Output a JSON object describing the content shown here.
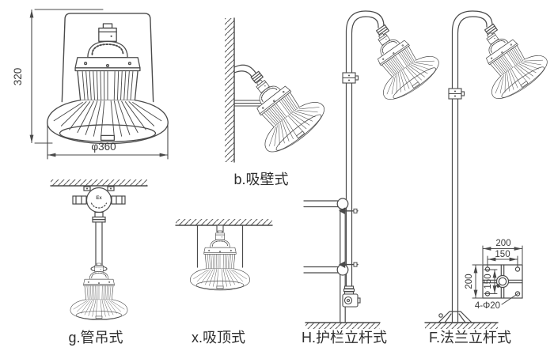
{
  "front_view": {
    "height_dim": "320",
    "diameter_dim": "φ360"
  },
  "mounts": {
    "wall": {
      "label": "b.吸壁式"
    },
    "pipe": {
      "label": "g.管吊式",
      "junction_box_mark": "Ex"
    },
    "ceiling": {
      "label": "x.吸顶式"
    },
    "guardrail_pole": {
      "label": "H.护栏立杆式"
    },
    "flange_pole": {
      "label": "F.法兰立杆式"
    }
  },
  "flange_plate": {
    "width_dim": "200",
    "bolt_spacing_w": "150",
    "height_dim": "200",
    "bolt_spacing_h": "150",
    "bolt_holes": "4-Φ20"
  },
  "colors": {
    "line": "#4a4a4a",
    "text": "#2e2e2e",
    "background": "#ffffff"
  }
}
